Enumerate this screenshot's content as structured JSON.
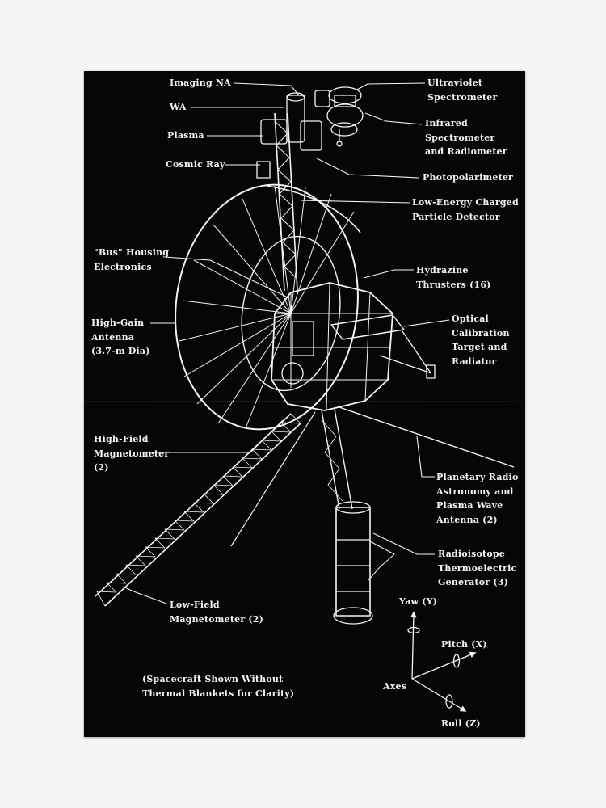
{
  "labels": {
    "imaging_na": "Imaging NA",
    "wa": "WA",
    "plasma": "Plasma",
    "cosmic_ray": "Cosmic Ray",
    "ultraviolet": "Ultraviolet\nSpectrometer",
    "infrared": "Infrared\nSpectrometer\nand Radiometer",
    "photopolarimeter": "Photopolarimeter",
    "low_energy": "Low-Energy Charged\nParticle Detector",
    "bus_housing": "\"Bus\" Housing\nElectronics",
    "hydrazine": "Hydrazine\nThrusters (16)",
    "high_gain": "High-Gain\nAntenna\n(3.7-m Dia)",
    "optical_calibration": "Optical\nCalibration\nTarget and\nRadiator",
    "high_field": "High-Field\nMagnetometer\n(2)",
    "planetary_radio": "Planetary Radio\nAstronomy and\nPlasma Wave\nAntenna (2)",
    "rtg": "Radioisotope\nThermoelectric\nGenerator (3)",
    "low_field": "Low-Field\nMagnetometer (2)",
    "footnote": "(Spacecraft Shown Without\nThermal Blankets for Clarity)"
  },
  "axes": {
    "yaw": "Yaw (Y)",
    "pitch": "Pitch (X)",
    "roll": "Roll (Z)",
    "axes": "Axes"
  },
  "colors": {
    "poster_background": "#060606",
    "line_art": "#f4f4f4",
    "page_background": "#f5f5f5"
  }
}
